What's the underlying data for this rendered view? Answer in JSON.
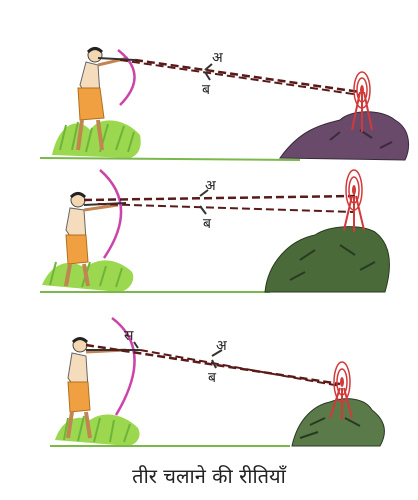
{
  "panels": [
    {
      "labels": {
        "a": "अ",
        "b": "ब"
      }
    },
    {
      "labels": {
        "a": "अ",
        "b": "ब"
      }
    },
    {
      "labels": {
        "a": "अ",
        "b": "ब",
        "s": "स"
      }
    }
  ],
  "caption": "तीर चलाने की रीतियाँ",
  "colors": {
    "grass": "#8fd14f",
    "bow": "#cc44aa",
    "dress": "#f0a040",
    "sight_line": "#5a1a1a",
    "rock_1": "#6a4a6a",
    "rock_2": "#4a6a3a",
    "rock_3": "#5a7a4a",
    "target": "#d23a3a"
  }
}
